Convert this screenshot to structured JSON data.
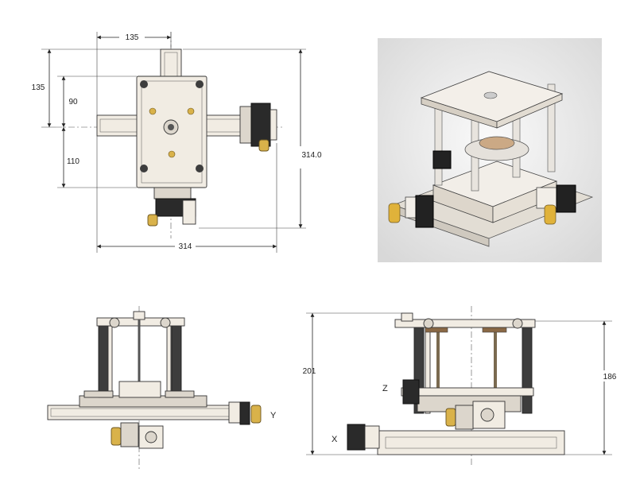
{
  "top_view": {
    "dims": {
      "d_top_width": "135",
      "d_left_upper": "135",
      "d_left_mid": "90",
      "d_left_lower": "110",
      "d_right_height": "314.0",
      "d_bottom_width": "314"
    }
  },
  "front_view": {
    "axis_y": "Y"
  },
  "side_view": {
    "dim_left": "201",
    "dim_right": "186",
    "axis_z": "Z",
    "axis_x": "X"
  },
  "render_view": {
    "background": "#e9e9e9"
  },
  "colors": {
    "part_fill": "#f1ece3",
    "rod_dark": "#3d3d3d",
    "brass": "#d9b24a",
    "motor_black": "#222222"
  }
}
